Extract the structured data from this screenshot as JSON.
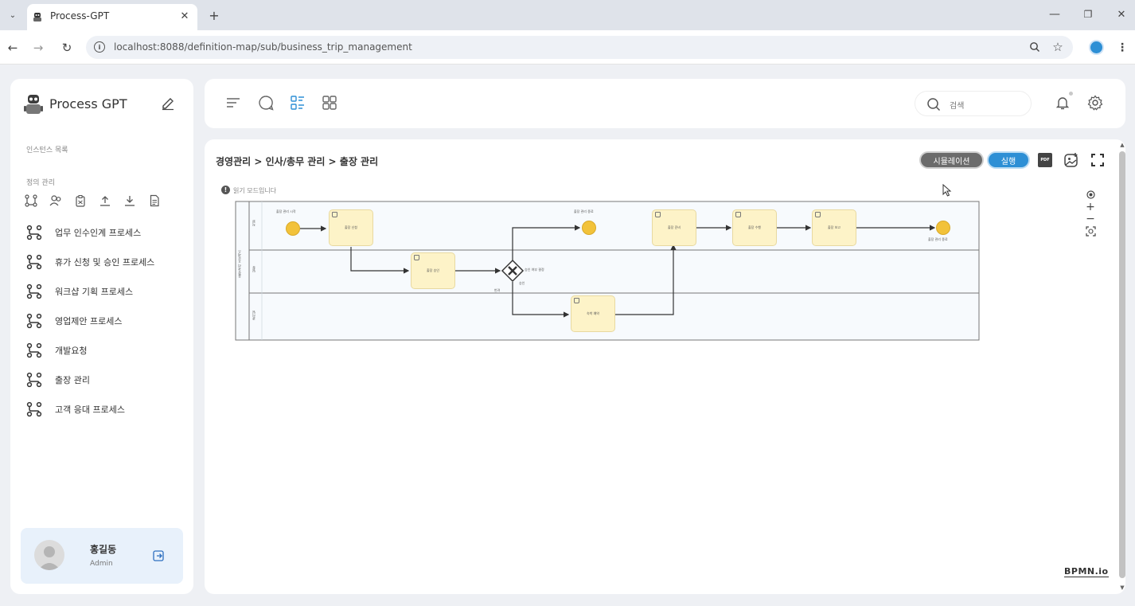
{
  "browser": {
    "tab_title": "Process-GPT",
    "url": "localhost:8088/definition-map/sub/business_trip_management",
    "new_tab_icon": "plus-icon"
  },
  "app": {
    "name": "Process GPT",
    "instances_label": "인스턴스 목록",
    "definitions_label": "정의 관리",
    "processes": [
      {
        "label": "업무 인수인계 프로세스"
      },
      {
        "label": "휴가 신청 및 승인 프로세스"
      },
      {
        "label": "워크샵 기획 프로세스"
      },
      {
        "label": "영업제안 프로세스"
      },
      {
        "label": "개발요청"
      },
      {
        "label": "출장 관리"
      },
      {
        "label": "고객 응대 프로세스"
      }
    ],
    "user": {
      "name": "홍길동",
      "role": "Admin"
    }
  },
  "topbar": {
    "search_placeholder": "검색"
  },
  "canvas": {
    "breadcrumb": "경영관리 > 인사/총무 관리 > 출장 관리",
    "simulate_label": "시뮬레이션",
    "run_label": "실행",
    "pdf_label": "PDF",
    "readonly_notice": "읽기 모드입니다",
    "watermark": "BPMN.io"
  },
  "diagram": {
    "pool_label": "출장 관리 프로세스",
    "lanes": [
      "직원",
      "팀장",
      "관리팀"
    ],
    "start_event": "출장 관리 시작",
    "mid_end_event": "출장 관리 종료",
    "end_event": "출장 관리 종료",
    "tasks": {
      "request": "출장 신청",
      "approve": "출장 승인",
      "booking": "숙박 예약",
      "prepare": "출장 준비",
      "perform": "출장 수행",
      "report": "출장 보고"
    },
    "gateway": "승인 여부 결정",
    "flow_reject": "반려",
    "flow_approve": "승인"
  },
  "colors": {
    "accent": "#2d8fd5",
    "task_fill": "#fdf3c8",
    "event_fill": "#f2c23a"
  }
}
